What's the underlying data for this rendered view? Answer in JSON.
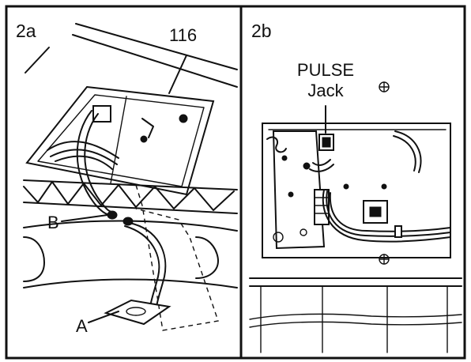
{
  "panels": {
    "left": {
      "id_label": "2a",
      "part_number": "116",
      "callout_a": "A",
      "callout_b": "B"
    },
    "right": {
      "id_label": "2b",
      "jack_line1": "PULSE",
      "jack_line2": "Jack"
    }
  }
}
